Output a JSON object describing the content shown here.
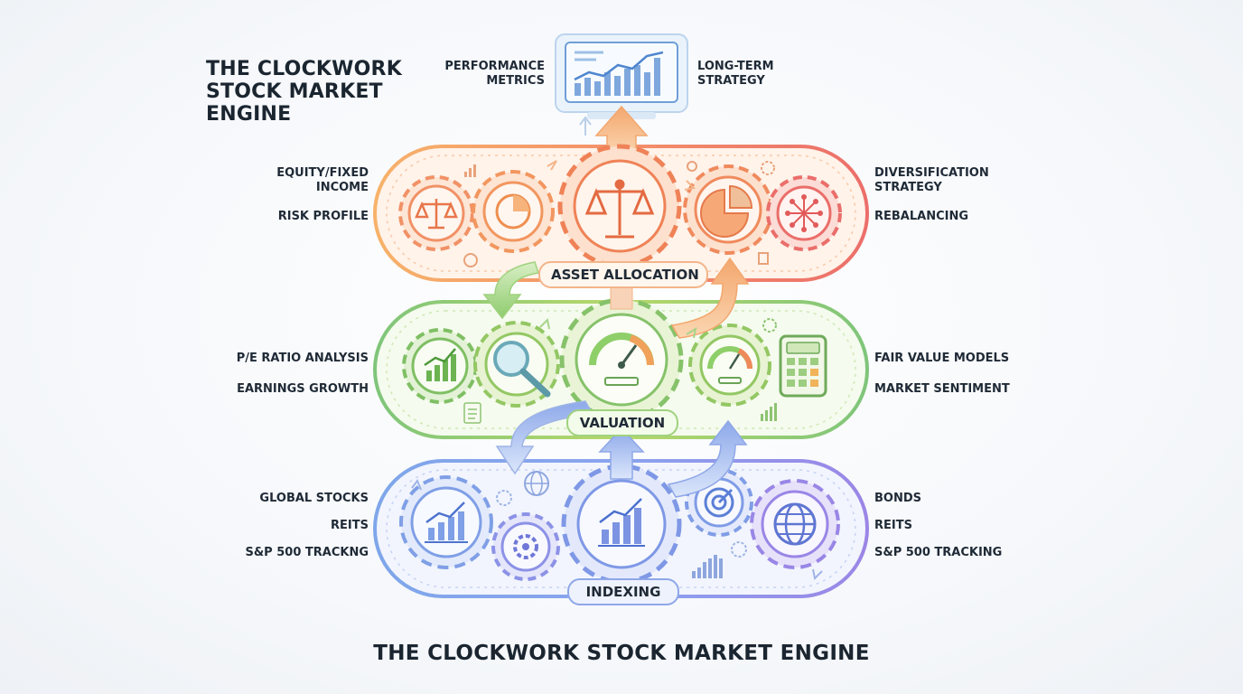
{
  "title": "THE CLOCKWORK STOCK MARKET ENGINE",
  "title_top_lines": [
    "THE CLOCKWORK",
    "STOCK MARKET",
    "ENGINE"
  ],
  "top": {
    "left_label_lines": [
      "PERFORMANCE",
      "METRICS"
    ],
    "right_label_lines": [
      "LONG-TERM",
      "STRATEGY"
    ]
  },
  "tiers": {
    "asset_allocation": {
      "name": "ASSET ALLOCATION",
      "color": "#f08a5d",
      "left_labels": [
        [
          "EQUITY/FIXED",
          "INCOME"
        ],
        [
          "RISK PROFILE"
        ]
      ],
      "right_labels": [
        [
          "DIVERSIFICATION",
          "STRATEGY"
        ],
        [
          "REBALANCING"
        ]
      ],
      "icons": [
        "scales-icon",
        "pie-chart-icon",
        "scales-icon",
        "pie-chart-icon",
        "network-icon"
      ]
    },
    "valuation": {
      "name": "VALUATION",
      "color": "#86c26a",
      "left_labels": [
        [
          "P/E RATIO ANALYSIS"
        ],
        [
          "EARNINGS GROWTH"
        ]
      ],
      "right_labels": [
        [
          "FAIR VALUE MODELS"
        ],
        [
          "MARKET SENTIMENT"
        ]
      ],
      "icons": [
        "bar-chart-icon",
        "magnifier-icon",
        "gauge-icon",
        "gauge-icon",
        "calculator-icon"
      ]
    },
    "indexing": {
      "name": "INDEXING",
      "color": "#7f98e6",
      "left_labels": [
        [
          "GLOBAL STOCKS"
        ],
        [
          "REITS"
        ],
        [
          "S&P 500 TRACKNG"
        ]
      ],
      "right_labels": [
        [
          "BONDS"
        ],
        [
          "REITS"
        ],
        [
          "S&P 500 TRACKING"
        ]
      ],
      "icons": [
        "bar-chart-icon",
        "gear-icon",
        "bar-chart-icon",
        "target-icon",
        "globe-icon"
      ]
    }
  }
}
